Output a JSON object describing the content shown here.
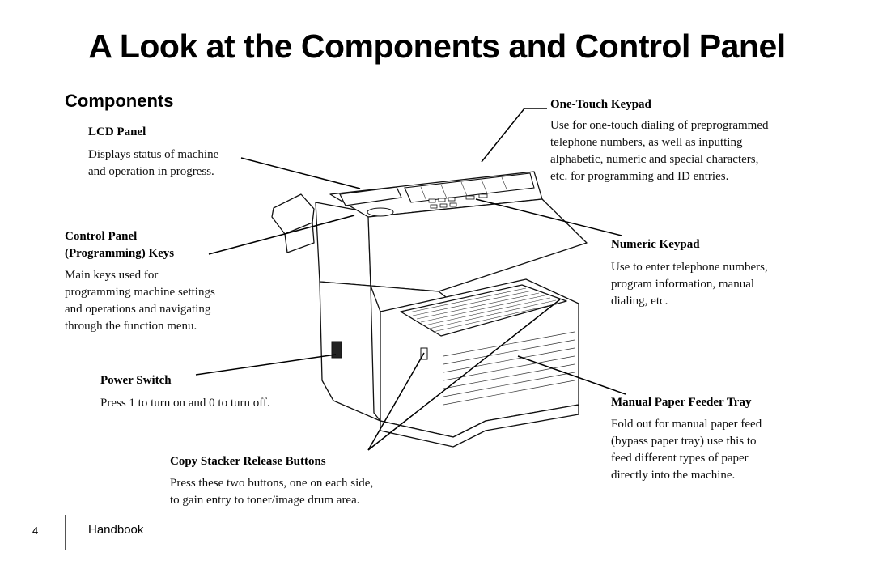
{
  "page": {
    "title": "A Look at the Components and Control Panel",
    "section": "Components"
  },
  "callouts": {
    "lcd": {
      "label": "LCD Panel",
      "description": "Displays status of machine\nand operation in progress."
    },
    "control": {
      "label_line1": "Control Panel",
      "label_line2": "(Programming) Keys",
      "description": "Main keys used for\nprogramming machine settings\nand operations and navigating\nthrough the function menu."
    },
    "power": {
      "label": "Power Switch",
      "description": "Press 1 to turn on and 0 to turn off."
    },
    "stacker": {
      "label": "Copy Stacker Release Buttons",
      "description": "Press these two buttons, one on each side,\nto gain entry to toner/image drum area."
    },
    "onetouch": {
      "label": "One-Touch Keypad",
      "description": "Use for one-touch dialing of preprogrammed\ntelephone numbers, as well as inputting\nalphabetic, numeric and special characters,\netc. for programming and ID entries."
    },
    "numeric": {
      "label": "Numeric Keypad",
      "description": "Use to enter telephone numbers,\nprogram information, manual\ndialing, etc."
    },
    "manual": {
      "label": "Manual Paper Feeder Tray",
      "description": "Fold out for manual paper feed\n(bypass paper tray) use this to\nfeed different types of paper\ndirectly into the machine."
    }
  },
  "footer": {
    "page_number": "4",
    "book": "Handbook"
  }
}
